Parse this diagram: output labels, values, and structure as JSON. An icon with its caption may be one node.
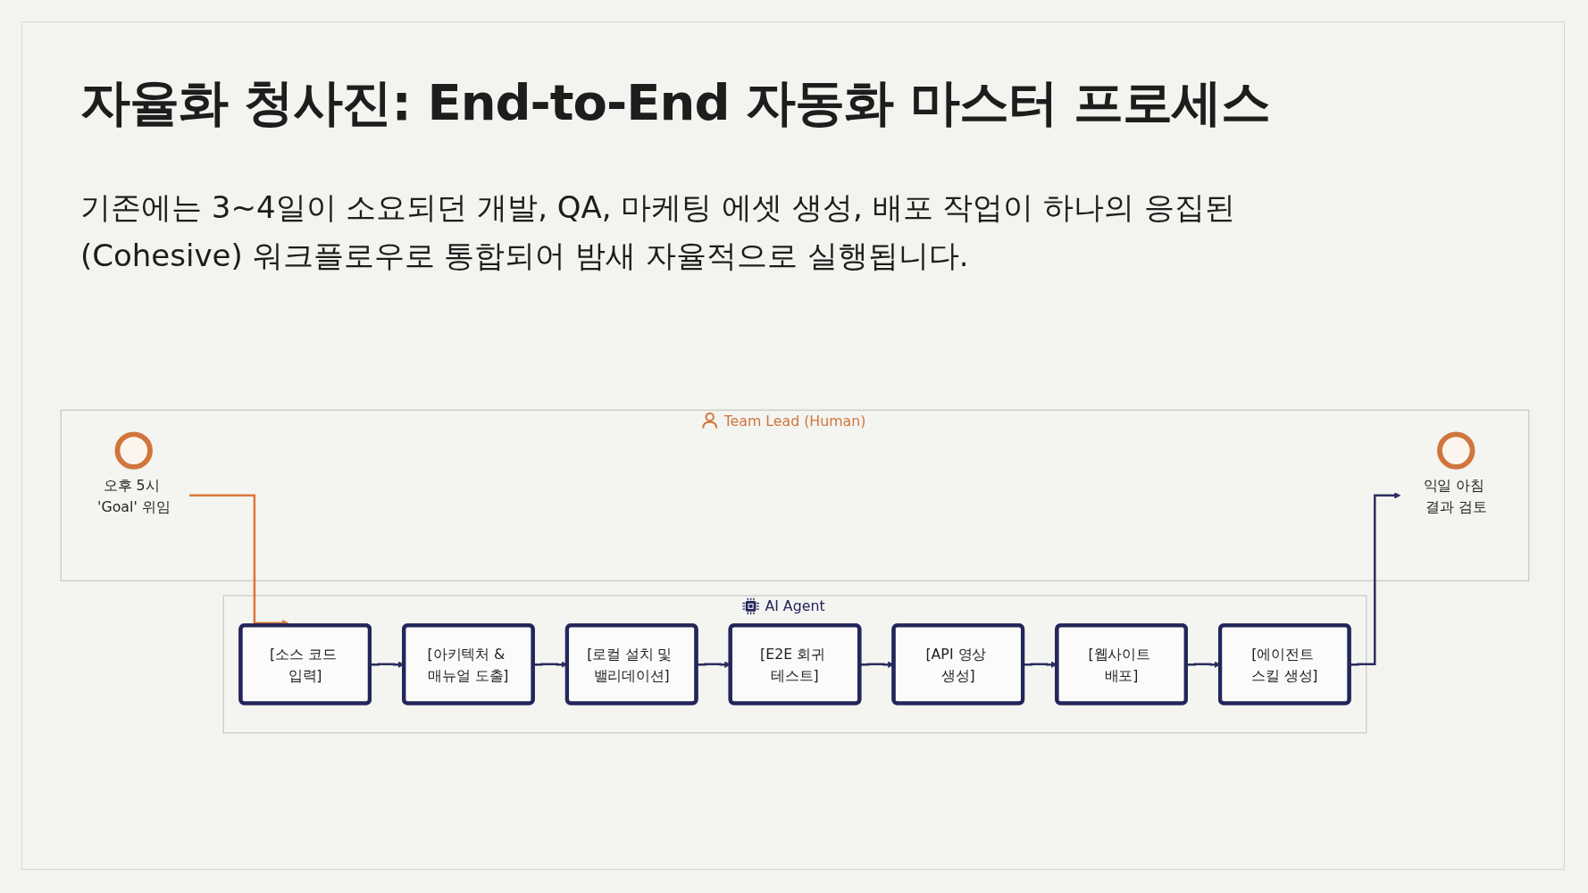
{
  "diagram": {
    "title": "자율화 청사진: End-to-End 자동화 마스터 프로세스",
    "nodes": [
      {
        "text": [
          "Team Lead (Human)"
        ]
      },
      {
        "text": [],
        "shape": "circle",
        "beside": [
          "오후 5시 'Goal' 위임"
        ],
        "in": 0
      },
      {
        "text": [],
        "shape": "circle",
        "beside": [
          "익일 아침 결과 검토"
        ],
        "in": 0
      },
      {
        "text": [
          "AI Agent"
        ]
      },
      {
        "text": [
          "[소스 코드 입력]"
        ],
        "in": 3
      },
      {
        "text": [
          "[아키텍처 & 매뉴얼 도출]"
        ],
        "in": 3
      },
      {
        "text": [
          "[로컬 설치 및 밸리데이션]"
        ],
        "in": 3
      },
      {
        "text": [
          "[E2E 회귀 테스트]"
        ],
        "in": 3
      },
      {
        "text": [
          "[API 영상 생성]"
        ],
        "in": 3
      },
      {
        "text": [
          "[웹사이트 배포]"
        ],
        "in": 3
      },
      {
        "text": [
          "[에이전트 스킬 생성]"
        ],
        "in": 3
      }
    ],
    "edges": [
      {
        "from": 1,
        "to": 4,
        "arrow": "to",
        "color": "#d9783a"
      },
      {
        "from": 4,
        "to": 5,
        "arrow": "to"
      },
      {
        "from": 5,
        "to": 6,
        "arrow": "to"
      },
      {
        "from": 6,
        "to": 7,
        "arrow": "to"
      },
      {
        "from": 7,
        "to": 8,
        "arrow": "to"
      },
      {
        "from": 8,
        "to": 9,
        "arrow": "to"
      },
      {
        "from": 9,
        "to": 10,
        "arrow": "to"
      },
      {
        "from": 10,
        "to": 2,
        "arrow": "to"
      }
    ],
    "labels": [
      "기존에는 3~4일이 소요되던 개발, QA, 마케팅 에셋 생성, 배포 작업이 하나의 응집된(Cohesive) 워크플로우로 통합되어 밤새 자율적으로 실행됩니다."
    ]
  }
}
